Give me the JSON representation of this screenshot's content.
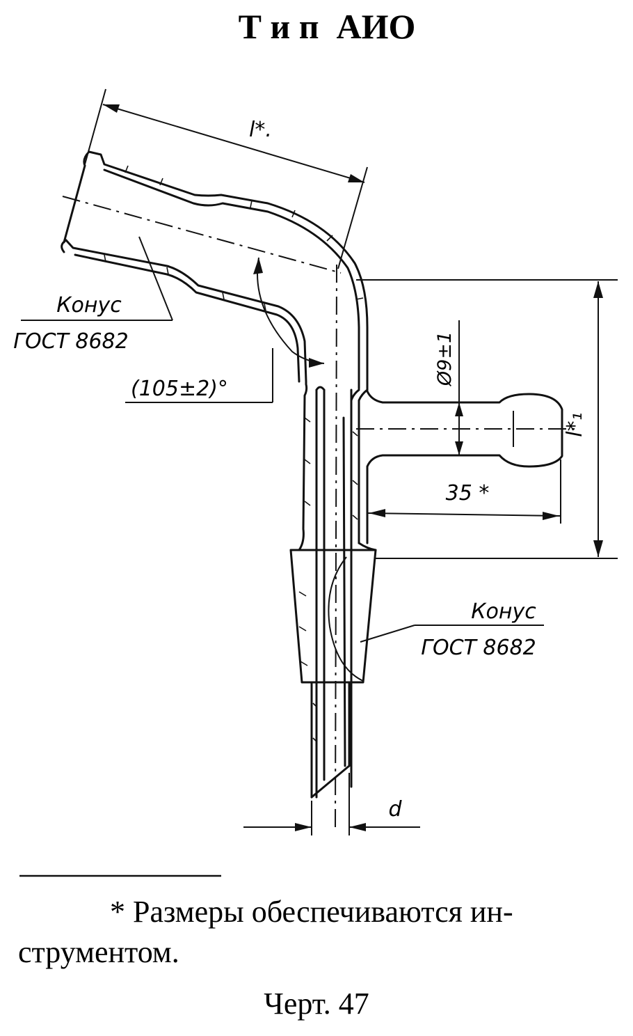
{
  "title": "Т и п  АИО",
  "dims": {
    "l": "l*.",
    "l1": "l*₁",
    "diam": "Ø9±1",
    "len35": "35 *",
    "angle": "(105±2)°",
    "d": "d"
  },
  "callouts": {
    "cone_left_line1": "Конус",
    "cone_left_line2": "ГОСТ 8682",
    "cone_right_line1": "Конус",
    "cone_right_line2": "ГОСТ 8682"
  },
  "footnote": {
    "line1": "* Размеры обеспечиваются ин-",
    "line2": "струментом."
  },
  "caption": "Черт. 47"
}
